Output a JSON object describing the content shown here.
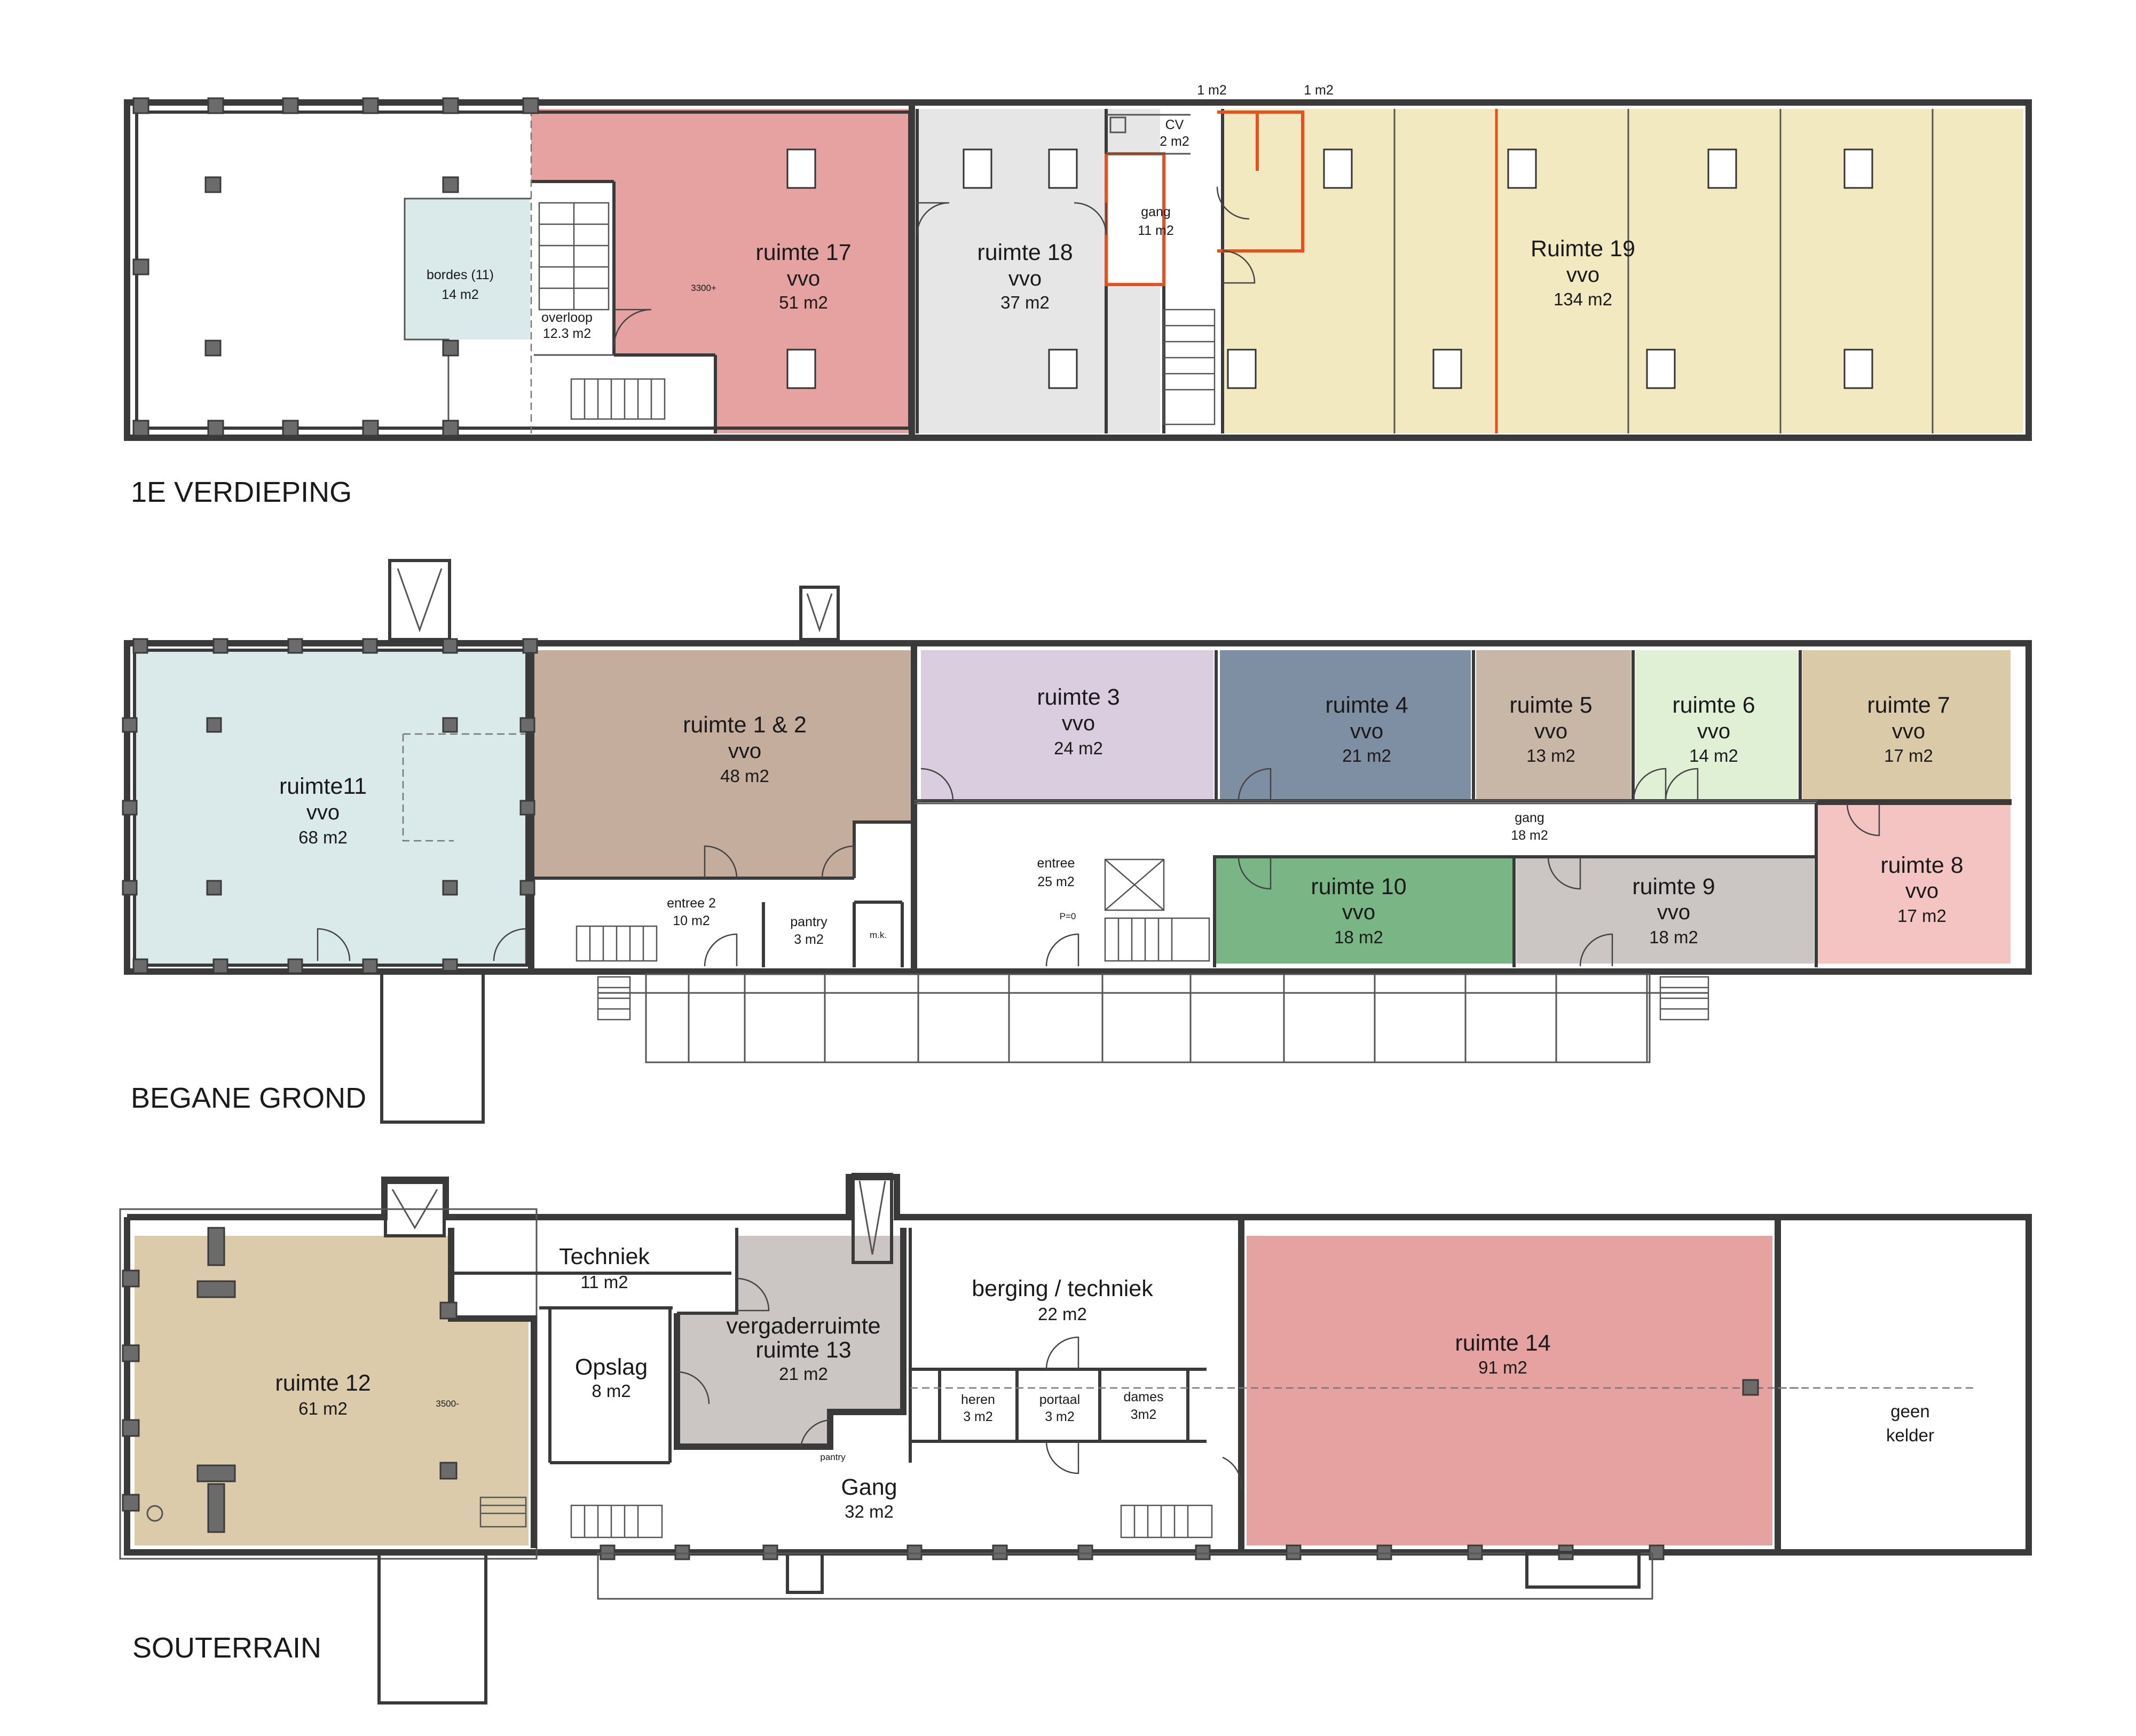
{
  "floors": {
    "first": {
      "label": "1E VERDIEPING",
      "rooms": {
        "r17": {
          "name": "ruimte 17",
          "use": "vvo",
          "area": "51 m2"
        },
        "r18": {
          "name": "ruimte 18",
          "use": "vvo",
          "area": "37 m2"
        },
        "r19": {
          "name": "Ruimte 19",
          "use": "vvo",
          "area": "134 m2"
        },
        "bordes": {
          "name": "bordes (11)",
          "area": "14 m2"
        },
        "overloop": {
          "name": "overloop",
          "area": "12.3 m2"
        },
        "gang": {
          "name": "gang",
          "area": "11 m2"
        },
        "cv": {
          "name": "CV",
          "area": "2 m2"
        },
        "toilet_a": {
          "area": "1 m2"
        },
        "toilet_b": {
          "area": "1 m2"
        }
      },
      "height_note": "3300+"
    },
    "ground": {
      "label": "BEGANE GROND",
      "rooms": {
        "r11": {
          "name": "ruimte11",
          "use": "vvo",
          "area": "68 m2"
        },
        "r12": {
          "name": "ruimte 1 & 2",
          "use": "vvo",
          "area": "48 m2"
        },
        "r3": {
          "name": "ruimte 3",
          "use": "vvo",
          "area": "24 m2"
        },
        "r4": {
          "name": "ruimte 4",
          "use": "vvo",
          "area": "21 m2"
        },
        "r5": {
          "name": "ruimte 5",
          "use": "vvo",
          "area": "13 m2"
        },
        "r6": {
          "name": "ruimte 6",
          "use": "vvo",
          "area": "14 m2"
        },
        "r7": {
          "name": "ruimte 7",
          "use": "vvo",
          "area": "17 m2"
        },
        "r8": {
          "name": "ruimte 8",
          "use": "vvo",
          "area": "17 m2"
        },
        "r9": {
          "name": "ruimte 9",
          "use": "vvo",
          "area": "18 m2"
        },
        "r10": {
          "name": "ruimte 10",
          "use": "vvo",
          "area": "18 m2"
        },
        "gang": {
          "name": "gang",
          "area": "18 m2"
        },
        "entree": {
          "name": "entree",
          "area": "25 m2"
        },
        "entree2": {
          "name": "entree 2",
          "area": "10 m2"
        },
        "pantry": {
          "name": "pantry",
          "area": "3 m2"
        },
        "mk": {
          "name": "m.k."
        },
        "p0": {
          "name": "P=0"
        }
      }
    },
    "basement": {
      "label": "SOUTERRAIN",
      "rooms": {
        "r12": {
          "name": "ruimte 12",
          "area": "61 m2"
        },
        "techniek": {
          "name": "Techniek",
          "area": "11 m2"
        },
        "opslag": {
          "name": "Opslag",
          "area": "8 m2"
        },
        "r13": {
          "name": "vergaderruimte",
          "name2": "ruimte 13",
          "area": "21 m2"
        },
        "berging": {
          "name": "berging / techniek",
          "area": "22 m2"
        },
        "heren": {
          "name": "heren",
          "area": "3 m2"
        },
        "portaal": {
          "name": "portaal",
          "area": "3 m2"
        },
        "dames": {
          "name": "dames",
          "area": "3m2"
        },
        "gang": {
          "name": "Gang",
          "area": "32 m2"
        },
        "pantry": {
          "name": "pantry"
        },
        "r14": {
          "name": "ruimte 14",
          "area": "91 m2"
        },
        "geen": {
          "name": "geen",
          "name2": "kelder"
        }
      },
      "height_note": "3500-"
    }
  },
  "colors": {
    "red_room": "#e6a1a1",
    "grey_room": "#e6e6e6",
    "yellow_room": "#f2e9c0",
    "light_blue_room": "#daeaea",
    "brown_room": "#c4ad9c",
    "lavender_room": "#d9cddf",
    "slate_room": "#7f8fa3",
    "taupe_room": "#c8b6a6",
    "mint_room": "#dff0d5",
    "tan_room": "#dbcaa8",
    "pink_room": "#f3c4c2",
    "green_room": "#79b585",
    "warm_grey_room": "#cbc6c4",
    "sand_room": "#dccbab",
    "wall": "#3a3a3a",
    "highlight_line": "#e8501e"
  }
}
